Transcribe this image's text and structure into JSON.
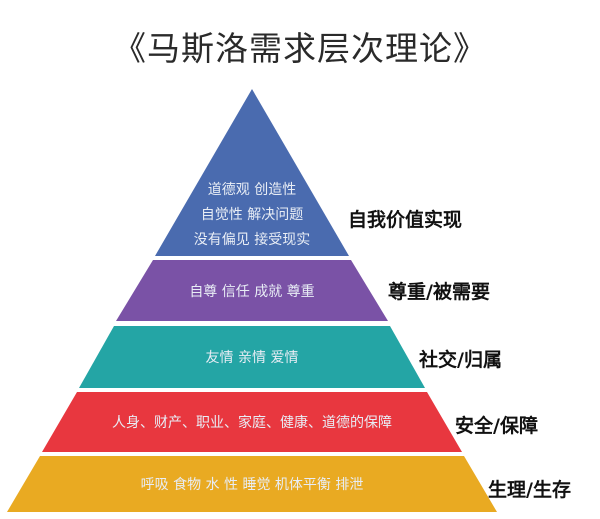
{
  "title": "《马斯洛需求层次理论》",
  "levels": [
    {
      "name": "自我价值实现",
      "color": "#4a6baf",
      "lines": [
        "道德观 创造性",
        "自觉性 解决问题",
        "没有偏见 接受现实"
      ]
    },
    {
      "name": "尊重/被需要",
      "color": "#7a52a6",
      "lines": [
        "自尊 信任 成就 尊重"
      ]
    },
    {
      "name": "社交/归属",
      "color": "#24a5a5",
      "lines": [
        "友情  亲情  爱情"
      ]
    },
    {
      "name": "安全/保障",
      "color": "#e8373f",
      "lines": [
        "人身、财产、职业、家庭、健康、道德的保障"
      ]
    },
    {
      "name": "生理/生存",
      "color": "#e9aa22",
      "lines": [
        "呼吸  食物  水  性  睡觉  机体平衡   排泄"
      ]
    }
  ]
}
